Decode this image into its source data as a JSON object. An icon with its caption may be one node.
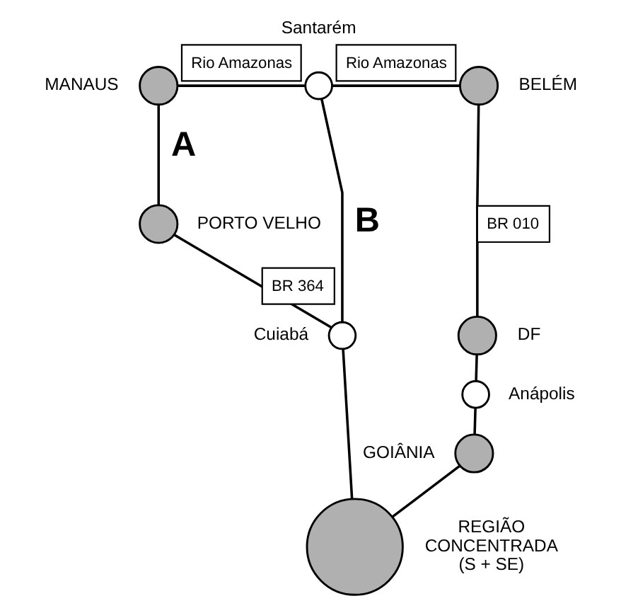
{
  "diagram": {
    "nodes": [
      {
        "text": [],
        "shape": "circle",
        "beside": [
          "MANAUS"
        ]
      },
      {
        "text": [],
        "shape": "circle",
        "beside": [
          "Santarém"
        ]
      },
      {
        "text": [],
        "shape": "circle",
        "beside": [
          "BELÉM"
        ]
      },
      {
        "text": [],
        "shape": "circle",
        "beside": [
          "PORTO VELHO"
        ]
      },
      {
        "text": [],
        "shape": "circle",
        "beside": [
          "Cuiabá"
        ]
      },
      {
        "text": [],
        "shape": "circle",
        "beside": [
          "DF"
        ]
      },
      {
        "text": [],
        "shape": "circle",
        "beside": [
          "Anápolis"
        ]
      },
      {
        "text": [],
        "shape": "circle",
        "beside": [
          "GOIÂNIA"
        ]
      },
      {
        "text": [],
        "shape": "circle",
        "beside": [
          "REGIÃO CONCENTRADA (S + SE)"
        ]
      }
    ],
    "edges": [
      {
        "from": 0,
        "to": 1,
        "arrow": "none",
        "label": "Rio Amazonas"
      },
      {
        "from": 1,
        "to": 2,
        "arrow": "none",
        "label": "Rio Amazonas"
      },
      {
        "from": 0,
        "to": 3,
        "arrow": "none",
        "label": "A"
      },
      {
        "from": 3,
        "to": 4,
        "arrow": "none",
        "label": "BR 364"
      },
      {
        "from": 1,
        "to": 4,
        "arrow": "none",
        "label": "B"
      },
      {
        "from": 2,
        "to": 5,
        "arrow": "none",
        "label": "BR 010"
      },
      {
        "from": 4,
        "to": 8,
        "arrow": "none"
      },
      {
        "from": 5,
        "to": 6,
        "arrow": "none"
      },
      {
        "from": 6,
        "to": 7,
        "arrow": "none"
      },
      {
        "from": 7,
        "to": 8,
        "arrow": "none"
      }
    ]
  }
}
